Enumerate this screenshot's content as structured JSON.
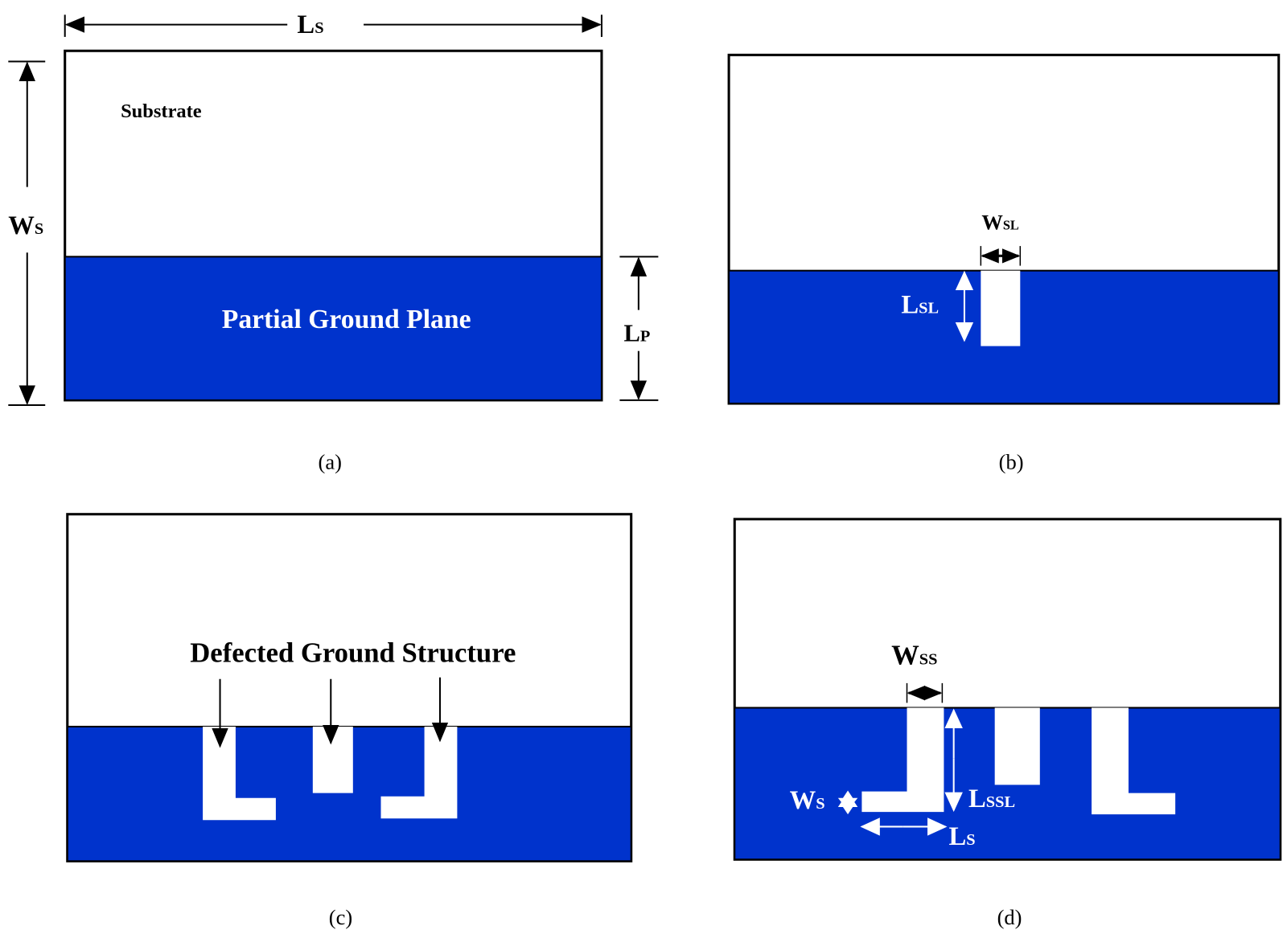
{
  "colors": {
    "ground": "#0033cc",
    "outline": "#000000"
  },
  "panel_a": {
    "caption": "(a)",
    "substrate_label": "Substrate",
    "ground_label": "Partial Ground Plane",
    "ls": {
      "main": "L",
      "sub": "S"
    },
    "ws": {
      "main": "W",
      "sub": "S"
    },
    "lp": {
      "main": "L",
      "sub": "P"
    }
  },
  "panel_b": {
    "caption": "(b)",
    "wsl": {
      "main": "W",
      "sub": "SL"
    },
    "lsl": {
      "main": "L",
      "sub": "SL"
    }
  },
  "panel_c": {
    "caption": "(c)",
    "dgs_label": "Defected Ground Structure"
  },
  "panel_d": {
    "caption": "(d)",
    "wss": {
      "main": "W",
      "sub": "SS"
    },
    "lssl": {
      "main": "L",
      "sub": "SSL"
    },
    "ws": {
      "main": "W",
      "sub": "S"
    },
    "ls": {
      "main": "L",
      "sub": "S"
    }
  }
}
